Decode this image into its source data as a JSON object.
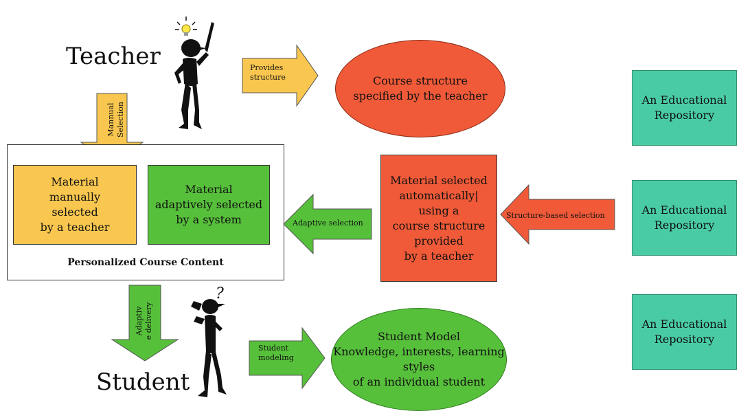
{
  "actors": {
    "teacher": "Teacher",
    "student": "Student"
  },
  "arrows": {
    "provides_structure": [
      "Provides",
      "structure"
    ],
    "manual_selection": [
      "Mannual",
      "Selection"
    ],
    "adaptive_selection": "Adaptive selection",
    "structure_based_selection": "Structure-based selection",
    "adaptive_delivery": [
      "Adaptiv",
      "e delivery"
    ],
    "student_modeling": [
      "Student",
      "modeling"
    ]
  },
  "course_structure": [
    "Course structure",
    "specified by the teacher"
  ],
  "personalized": {
    "caption": "Personalized Course Content",
    "manual_box": [
      "Material",
      "manually",
      "selected",
      "by a teacher"
    ],
    "adaptive_box": [
      "Material",
      "adaptively selected",
      "by a system"
    ]
  },
  "auto_box": [
    "Material selected",
    "automatically|",
    "using a",
    "course structure",
    "provided",
    "by a teacher"
  ],
  "student_model": [
    "Student Model",
    "Knowledge, interests, learning styles",
    "of an individual student"
  ],
  "repositories": [
    [
      "An Educational",
      "Repository"
    ],
    [
      "An Educational",
      "Repository"
    ],
    [
      "An Educational",
      "Repository"
    ]
  ],
  "colors": {
    "yellow": "#f9c74f",
    "green": "#57c03b",
    "red": "#f05a38",
    "teal": "#49cca5",
    "figure": "#111111",
    "bulb": "#ffe84a"
  },
  "icons": [
    "teacher-figure-icon",
    "lightbulb-icon",
    "student-figure-icon",
    "question-mark-icon"
  ]
}
